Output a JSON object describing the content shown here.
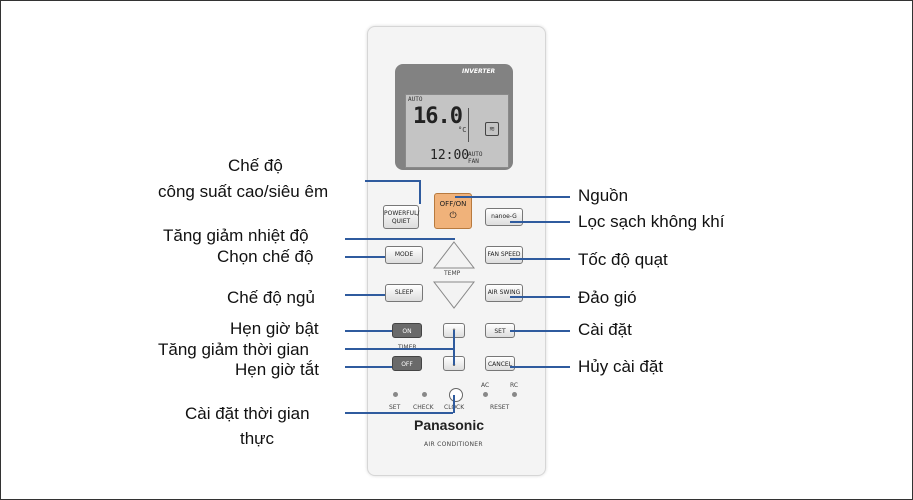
{
  "labels": {
    "powerful_quiet_1": "Chế độ",
    "powerful_quiet_2": "công suất cao/siêu êm",
    "temp_updown": "Tăng giảm nhiệt độ",
    "mode_select": "Chọn chế độ",
    "sleep_mode": "Chế độ ngủ",
    "timer_on": "Hẹn giờ bật",
    "time_updown": "Tăng giảm thời gian",
    "timer_off": "Hẹn giờ tắt",
    "clock_set_1": "Cài đặt thời gian",
    "clock_set_2": "thực",
    "power": "Nguồn",
    "air_clean": "Lọc sạch không khí",
    "fan_speed": "Tốc độ quạt",
    "swing": "Đảo gió",
    "set": "Cài đặt",
    "cancel": "Hủy cài đặt"
  },
  "remote": {
    "brand": "Panasonic",
    "subtitle": "AIR CONDITIONER",
    "inverter": "INVERTER",
    "lcd": {
      "mode": "AUTO",
      "temp": "16.0",
      "unit": "°C",
      "time": "12:00",
      "fan1": "AUTO",
      "fan2": "FAN"
    },
    "buttons": {
      "powerful_quiet_1": "POWERFUL/",
      "powerful_quiet_2": "QUIET",
      "offon": "OFF/ON",
      "nanoe": "nanoe-G",
      "mode": "MODE",
      "fan_speed": "FAN SPEED",
      "sleep": "SLEEP",
      "air_swing": "AIR SWING",
      "on": "ON",
      "set": "SET",
      "off": "OFF",
      "cancel": "CANCEL"
    },
    "temp_caption": "TEMP",
    "timer_caption": "TIMER",
    "bottom": {
      "set": "SET",
      "check": "CHECK",
      "clock": "CLOCK",
      "ac": "AC",
      "rc": "RC",
      "reset": "RESET"
    }
  },
  "colors": {
    "leader_line": "#2f5b9e",
    "offon_button": "#f0b27a",
    "dark_button": "#6a6a6a"
  }
}
